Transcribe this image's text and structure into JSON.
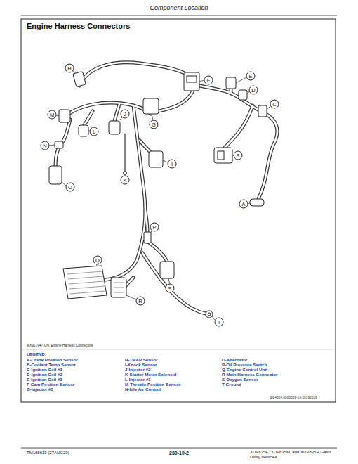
{
  "diagram": {
    "title": "Engine Harness Connectors",
    "labels": [
      "Component Location",
      "A",
      "B",
      "C",
      "D",
      "E",
      "F",
      "G",
      "H",
      "I",
      "J",
      "K",
      "L",
      "M",
      "N",
      "O",
      "P",
      "Q",
      "R",
      "S",
      "T",
      "MX917947-UN: Engine Harness Connectors",
      "LEGEND:",
      "A-Crank Position Sensor",
      "B-Coolant Temp Sensor",
      "C-Ignition Coil #1",
      "D-Ignition Coil #2",
      "E-Ignition Coil #3",
      "F-Cam Position Sensor",
      "G-Injector #3",
      "H-TMAP Sensor",
      "I-Knock Sensor",
      "J-Injector #2",
      "K-Starter Motor Solenoid",
      "L-Injector #1",
      "M-Throttle Position Sensor",
      "N-Idle Air Control",
      "O-Alternator",
      "P-Oil Pressure Switch",
      "Q-Engine Control Unit",
      "R-Main Harness Connector",
      "S-Oxygen Sensor",
      "T-Ground",
      "SI24024,0000059-19-20190519",
      "TM168619 (27AUG20)",
      "230-10-2",
      "XUV835E, XUV835M, and XUV835R,Gator Utility Vehicles"
    ]
  }
}
